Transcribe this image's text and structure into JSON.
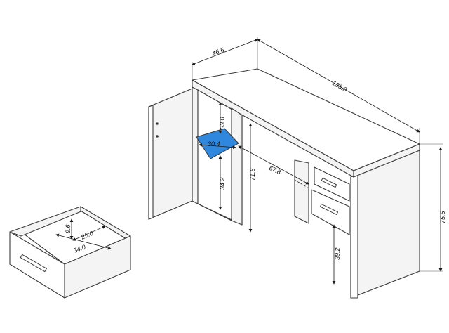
{
  "diagram": {
    "dimensions": {
      "depth": "46.5",
      "width": "136.0",
      "height": "75.5",
      "shelf_top_space": "33.0",
      "shelf_depth": "30.4",
      "shelf_bottom_space": "34.2",
      "knee_height": "71.6",
      "knee_width": "67.8",
      "drawer_base_height": "39.2",
      "drawer_inner_height": "9.6",
      "drawer_inner_depth": "25.0",
      "drawer_inner_width": "34.0"
    },
    "colors": {
      "shelf_highlight": "#2f88dd",
      "line": "#3a3a3a"
    }
  }
}
